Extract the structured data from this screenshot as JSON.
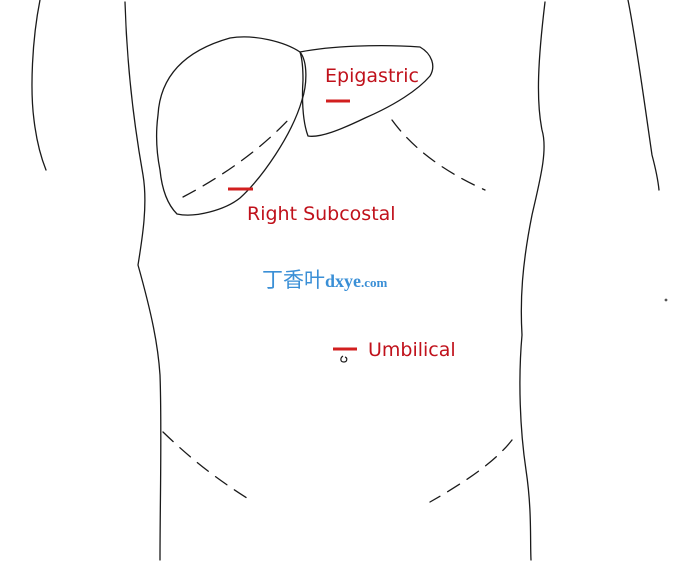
{
  "labels": {
    "epigastric": "Epigastric",
    "right_subcostal": "Right Subcostal",
    "umbilical": "Umbilical"
  },
  "watermark": {
    "cn": "丁香叶",
    "en": "dxye",
    "com": ".com"
  },
  "colors": {
    "label": "#c0111b",
    "marker": "#d21f1f",
    "line": "#1a1a1a",
    "watermark": "#3a8fd6"
  }
}
